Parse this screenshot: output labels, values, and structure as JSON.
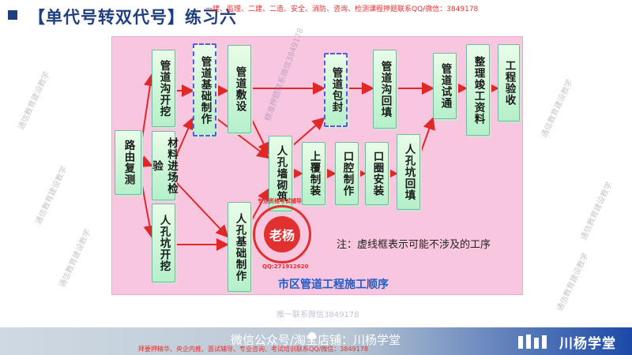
{
  "title": "【单代号转双代号】练习六",
  "top_note": "一建、监理、二建、二造、安全、消防、咨询、检测课程押题联系QQ/微信：3849178",
  "diagram": {
    "caption": "市区管道工程施工顺序",
    "note": "注：虚线框表示可能不涉及的工序",
    "nodes": [
      {
        "id": "n1",
        "label": "路由复测"
      },
      {
        "id": "n2",
        "label": "管道沟开挖"
      },
      {
        "id": "n3",
        "label": "材料进场检验"
      },
      {
        "id": "n4",
        "label": "人孔坑开挖"
      },
      {
        "id": "n5",
        "label": "管道基础制作"
      },
      {
        "id": "n6",
        "label": "管道敷设"
      },
      {
        "id": "n7",
        "label": "人孔基础制作"
      },
      {
        "id": "n8",
        "label": "人孔墙砌筑"
      },
      {
        "id": "n9",
        "label": "管道包封"
      },
      {
        "id": "n10",
        "label": "上覆制装"
      },
      {
        "id": "n11",
        "label": "口腔制作"
      },
      {
        "id": "n12",
        "label": "管道沟回填"
      },
      {
        "id": "n13",
        "label": "口圈安装"
      },
      {
        "id": "n14",
        "label": "人孔坑回填"
      },
      {
        "id": "n15",
        "label": "管道试通"
      },
      {
        "id": "n16",
        "label": "整理竣工资料"
      },
      {
        "id": "n17",
        "label": "工程验收"
      }
    ]
  },
  "stamp": {
    "center": "老杨",
    "ring_top": "专业资格考试辅导",
    "ring_bottom": "QQ:271912620"
  },
  "watermarks": {
    "diagram": "精准押题联系微信3849178",
    "bottom": "推一联系微信3849178",
    "side": "通信教育建设教学"
  },
  "footer": {
    "center": "微信公众号/淘宝店铺：川杨学堂",
    "red_line": "拜要押精华、央企内推、面试辅导、专业咨询、考试培训联系QQ/微信：3849178",
    "brand": "川杨学堂"
  },
  "colors": {
    "title": "#1f3f7f",
    "frame_bg": "#f9c6df",
    "box_top": "#e9fde8",
    "box_bottom": "#b5f0c9",
    "arrow": "#e02828",
    "dashed_border": "#6a4fdc",
    "caption": "#1e5ec9"
  }
}
